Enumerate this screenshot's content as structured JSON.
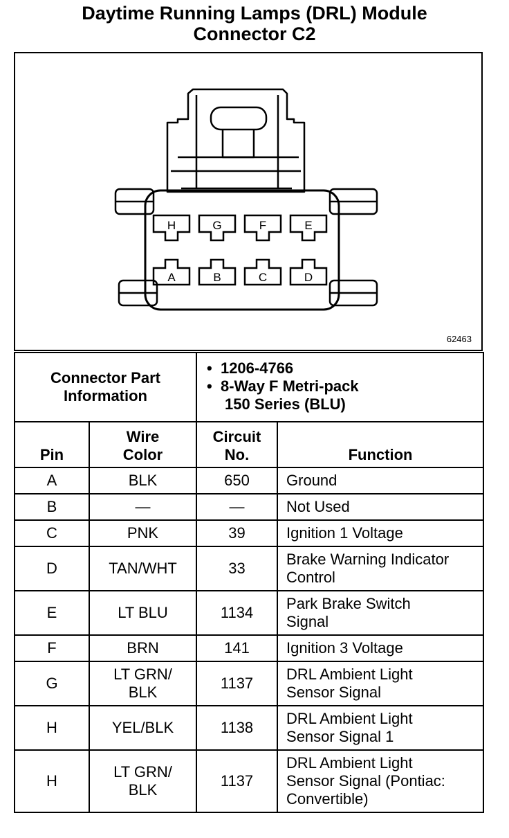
{
  "title": {
    "line1": "Daytime Running Lamps (DRL) Module",
    "line2": "Connector C2"
  },
  "diagram": {
    "figure_number": "62463",
    "top_row_pins": [
      "H",
      "G",
      "F",
      "E"
    ],
    "bottom_row_pins": [
      "A",
      "B",
      "C",
      "D"
    ]
  },
  "connector_info": {
    "label_line1": "Connector Part",
    "label_line2": "Information",
    "part_number": "1206-4766",
    "description_line1": "8-Way F Metri-pack",
    "description_line2": "150 Series (BLU)"
  },
  "table": {
    "headers": {
      "pin": "Pin",
      "wire_color_line1": "Wire",
      "wire_color_line2": "Color",
      "circuit_line1": "Circuit",
      "circuit_line2": "No.",
      "function": "Function"
    },
    "rows": [
      {
        "pin": "A",
        "wire1": "BLK",
        "wire2": "",
        "circuit": "650",
        "func1": "Ground",
        "func2": "",
        "func3": ""
      },
      {
        "pin": "B",
        "wire1": "—",
        "wire2": "",
        "circuit": "—",
        "func1": "Not Used",
        "func2": "",
        "func3": ""
      },
      {
        "pin": "C",
        "wire1": "PNK",
        "wire2": "",
        "circuit": "39",
        "func1": "Ignition 1 Voltage",
        "func2": "",
        "func3": ""
      },
      {
        "pin": "D",
        "wire1": "TAN/WHT",
        "wire2": "",
        "circuit": "33",
        "func1": "Brake Warning Indicator",
        "func2": "Control",
        "func3": ""
      },
      {
        "pin": "E",
        "wire1": "LT BLU",
        "wire2": "",
        "circuit": "1134",
        "func1": "Park Brake Switch",
        "func2": "Signal",
        "func3": ""
      },
      {
        "pin": "F",
        "wire1": "BRN",
        "wire2": "",
        "circuit": "141",
        "func1": "Ignition 3 Voltage",
        "func2": "",
        "func3": ""
      },
      {
        "pin": "G",
        "wire1": "LT GRN/",
        "wire2": "BLK",
        "circuit": "1137",
        "func1": "DRL Ambient Light",
        "func2": "Sensor Signal",
        "func3": ""
      },
      {
        "pin": "H",
        "wire1": "YEL/BLK",
        "wire2": "",
        "circuit": "1138",
        "func1": "DRL Ambient Light",
        "func2": "Sensor Signal 1",
        "func3": ""
      },
      {
        "pin": "H",
        "wire1": "LT GRN/",
        "wire2": "BLK",
        "circuit": "1137",
        "func1": "DRL Ambient Light",
        "func2": "Sensor Signal (Pontiac:",
        "func3": "Convertible)"
      }
    ]
  }
}
